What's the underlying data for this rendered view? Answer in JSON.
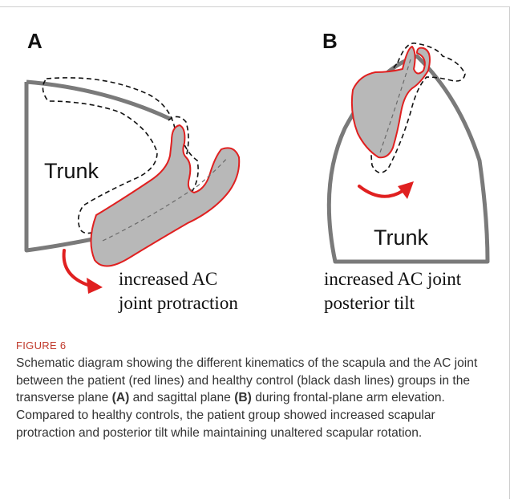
{
  "panels": {
    "a": {
      "label": "A",
      "trunk": "Trunk",
      "annotation_line1": "increased AC",
      "annotation_line2": "joint protraction"
    },
    "b": {
      "label": "B",
      "trunk": "Trunk",
      "annotation_line1": "increased AC joint",
      "annotation_line2": "posterior tilt"
    }
  },
  "legend_colors": {
    "patient_outline": "#e02020",
    "patient_fill": "#b8b8b8",
    "healthy_outline": "#111111",
    "trunk_outline": "#7a7a7a",
    "arrow": "#e02020"
  },
  "caption": {
    "figure_label": "FIGURE 6",
    "part1": "Schematic diagram showing the different kinematics of the scapula and the AC joint between the patient (red lines) and healthy control (black dash lines) groups in the transverse plane ",
    "ref_a": "(A)",
    "part2": " and sagittal plane ",
    "ref_b": "(B)",
    "part3": " during frontal-plane arm elevation. Compared to healthy controls, the patient group showed increased scapular protraction and posterior tilt while maintaining unaltered scapular rotation."
  }
}
